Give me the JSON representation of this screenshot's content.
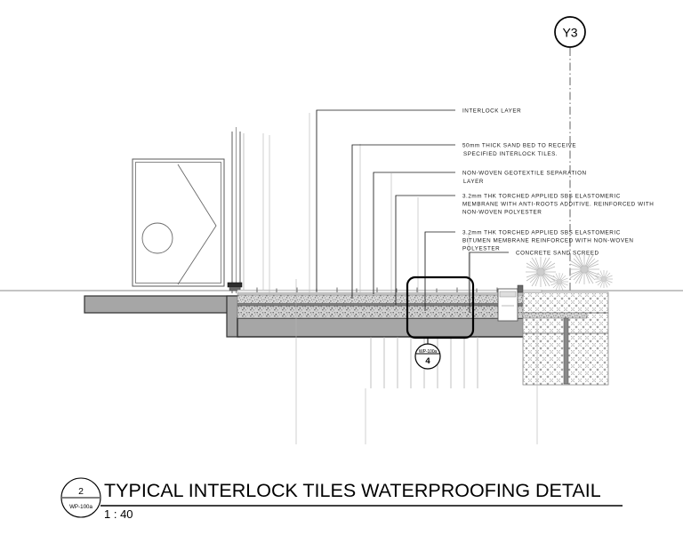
{
  "sheet": {
    "background_color": "#ffffff",
    "line_color": "#1a1a1a"
  },
  "grid_bubble": {
    "label": "Y3",
    "name": "grid-line-y3"
  },
  "annotations": [
    {
      "id": "interlock-layer",
      "lines": [
        "INTERLOCK LAYER"
      ]
    },
    {
      "id": "sand-bed",
      "lines": [
        "50mm THICK SAND BED TO RECEIVE",
        "SPECIFIED INTERLOCK TILES."
      ]
    },
    {
      "id": "geotextile",
      "lines": [
        "NON-WOVEN GEOTEXTILE SEPARATION",
        "LAYER"
      ]
    },
    {
      "id": "sbs-anti-root",
      "lines": [
        "3.2mm THK TORCHED APPLIED SBS ELASTOMERIC",
        "MEMBRANE WITH ANTI-ROOTS ADDITIVE. REINFORCED WITH",
        "NON-WOVEN POLYESTER"
      ]
    },
    {
      "id": "sbs-bitumen",
      "lines": [
        "3.2mm THK TORCHED APPLIED SBS ELASTOMERIC",
        "BITUMEN MEMBRANE REINFORCED WITH NON-WOVEN",
        "POLYESTER"
      ]
    },
    {
      "id": "concrete-sand-screed",
      "lines": [
        "CONCRETE SAND SCREED"
      ]
    }
  ],
  "detail_callout": {
    "sheet": "WP-100a",
    "number": "4"
  },
  "title_block": {
    "detail_number": "2",
    "sheet_ref": "WP-100a",
    "title": "TYPICAL INTERLOCK TILES WATERPROOFING DETAIL",
    "scale": "1 : 40"
  },
  "materials": {
    "concrete_fill": "#a6a6a6",
    "screed_fill": "#b8b8b8",
    "soil_hatch": "#8f8f8f",
    "plant_symbol": "#b5b5b5",
    "membrane_dark": "#4a4a4a"
  }
}
